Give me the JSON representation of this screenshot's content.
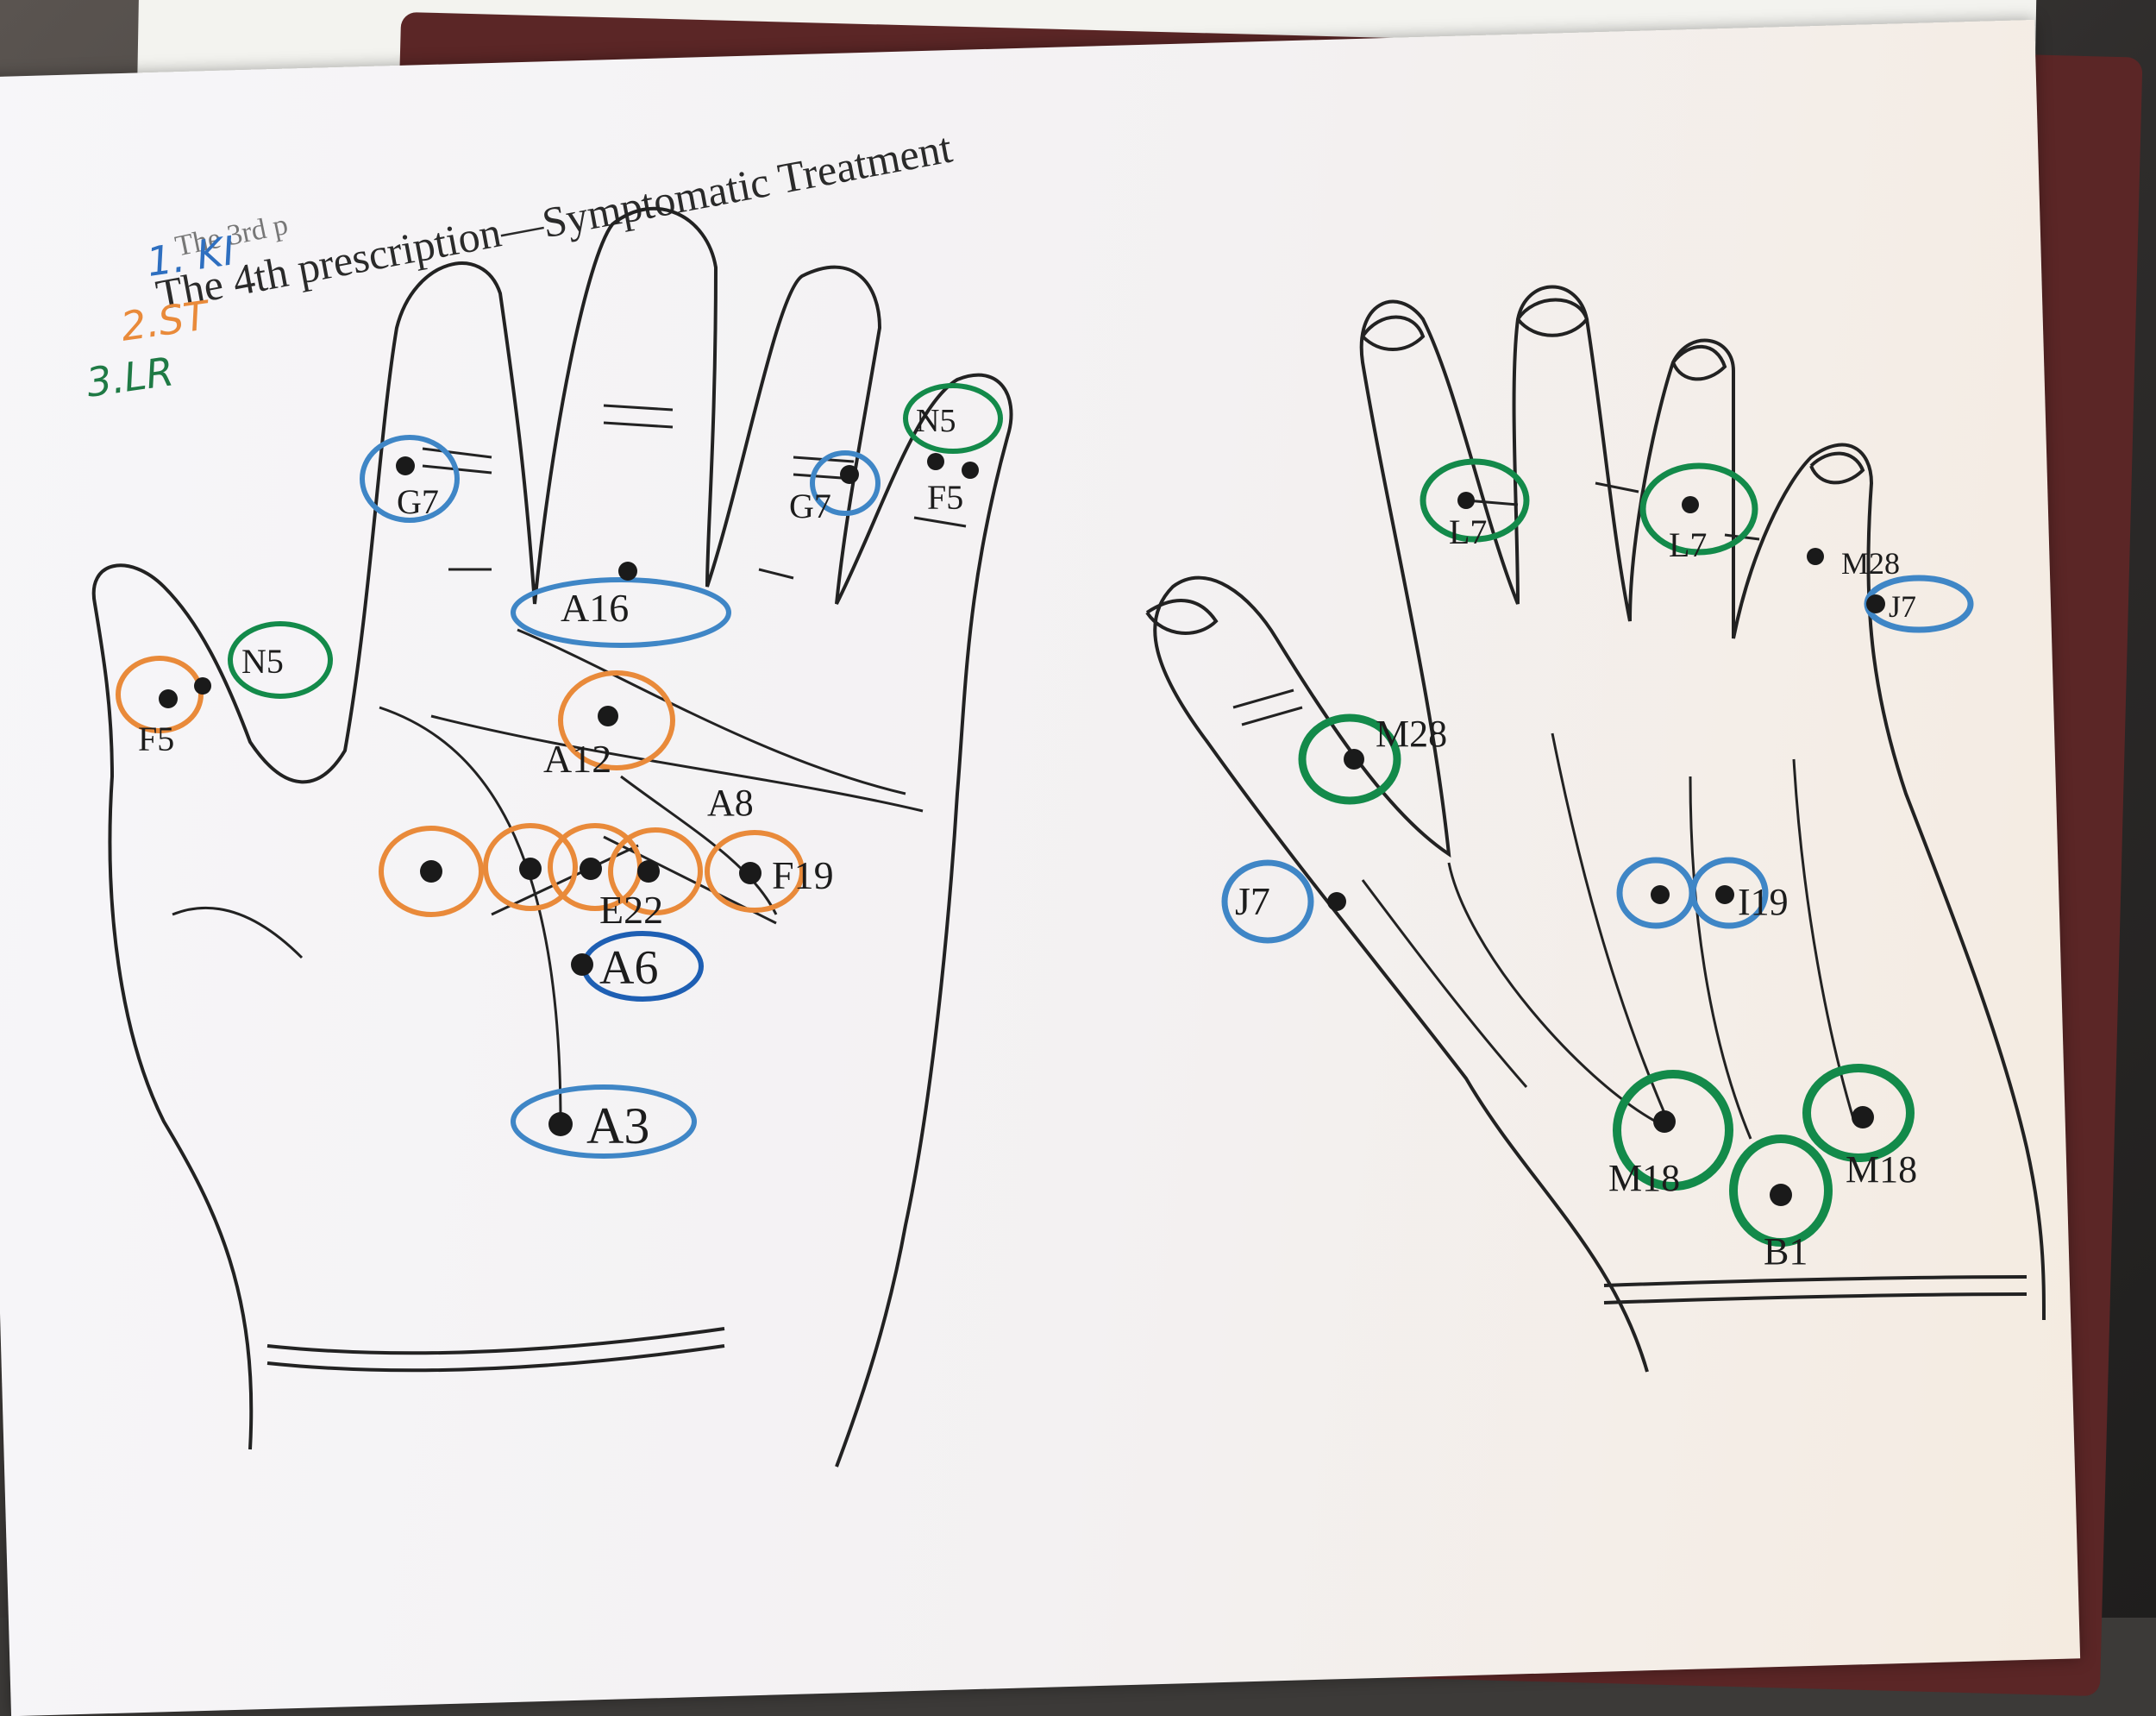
{
  "page": {
    "heading": "The 4th prescription—Symptomatic Treatment",
    "heading_prev": "The 3rd p"
  },
  "legend": [
    {
      "text": "1. KI",
      "color": "#2e6fc0"
    },
    {
      "text": "2.ST",
      "color": "#e98a3a"
    },
    {
      "text": "3.LR",
      "color": "#1f7a45"
    }
  ],
  "colors": {
    "blue_circle": "#3f86c6",
    "orange_circle": "#e98a3a",
    "green_circle": "#138a4a",
    "ink": "#1c1c1c"
  },
  "palm_points": [
    {
      "label": "G7"
    },
    {
      "label": "G7"
    },
    {
      "label": "N5"
    },
    {
      "label": "F5"
    },
    {
      "label": "N5"
    },
    {
      "label": "F5"
    },
    {
      "label": "A16"
    },
    {
      "label": "A12"
    },
    {
      "label": "A8"
    },
    {
      "label": "E22"
    },
    {
      "label": "F19"
    },
    {
      "label": "A6"
    },
    {
      "label": "A3"
    }
  ],
  "back_points": [
    {
      "label": "L7"
    },
    {
      "label": "L7"
    },
    {
      "label": "M28"
    },
    {
      "label": "J7"
    },
    {
      "label": "M28"
    },
    {
      "label": "J7"
    },
    {
      "label": "I19"
    },
    {
      "label": "M18"
    },
    {
      "label": "M18"
    },
    {
      "label": "B1"
    }
  ]
}
